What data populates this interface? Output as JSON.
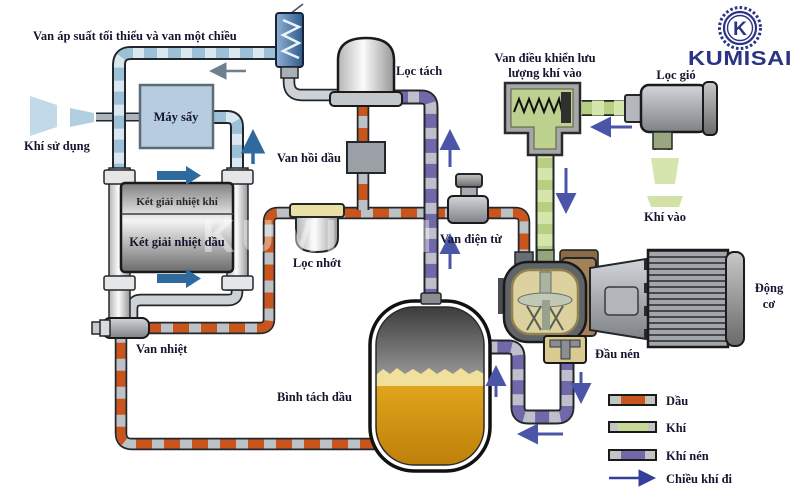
{
  "brand": {
    "name": "KUMISAI",
    "initial": "K",
    "color": "#2b3384"
  },
  "watermark": "KUMISAI",
  "labels": {
    "min_pressure_valve": "Van áp suất tối thiểu và van một chiều",
    "air_out": "Khí sử dụng",
    "dryer": "Máy sấy",
    "separator_filter": "Lọc tách",
    "oil_return_valve": "Van hồi dầu",
    "air_cooler": "Két giải nhiệt khí",
    "oil_cooler": "Két giải nhiệt dầu",
    "oil_filter": "Lọc nhớt",
    "solenoid_valve": "Van điện từ",
    "thermal_valve": "Van nhiệt",
    "oil_separator_tank": "Bình tách dầu",
    "intake_control_valve_line1": "Van điều khiển lưu",
    "intake_control_valve_line2": "lượng khí vào",
    "air_filter": "Lọc gió",
    "air_in": "Khí vào",
    "motor_line1": "Động",
    "motor_line2": "cơ",
    "compressor_head": "Đầu nén"
  },
  "legend": {
    "items": [
      {
        "id": "oil",
        "label": "Dầu",
        "color": "#c8551c"
      },
      {
        "id": "air",
        "label": "Khí",
        "color": "#c6da96"
      },
      {
        "id": "compressed-air",
        "label": "Khí nén",
        "color": "#7168aa"
      },
      {
        "id": "flow-direction",
        "label": "Chiều khí đi",
        "color": "#3d479e"
      }
    ]
  }
}
